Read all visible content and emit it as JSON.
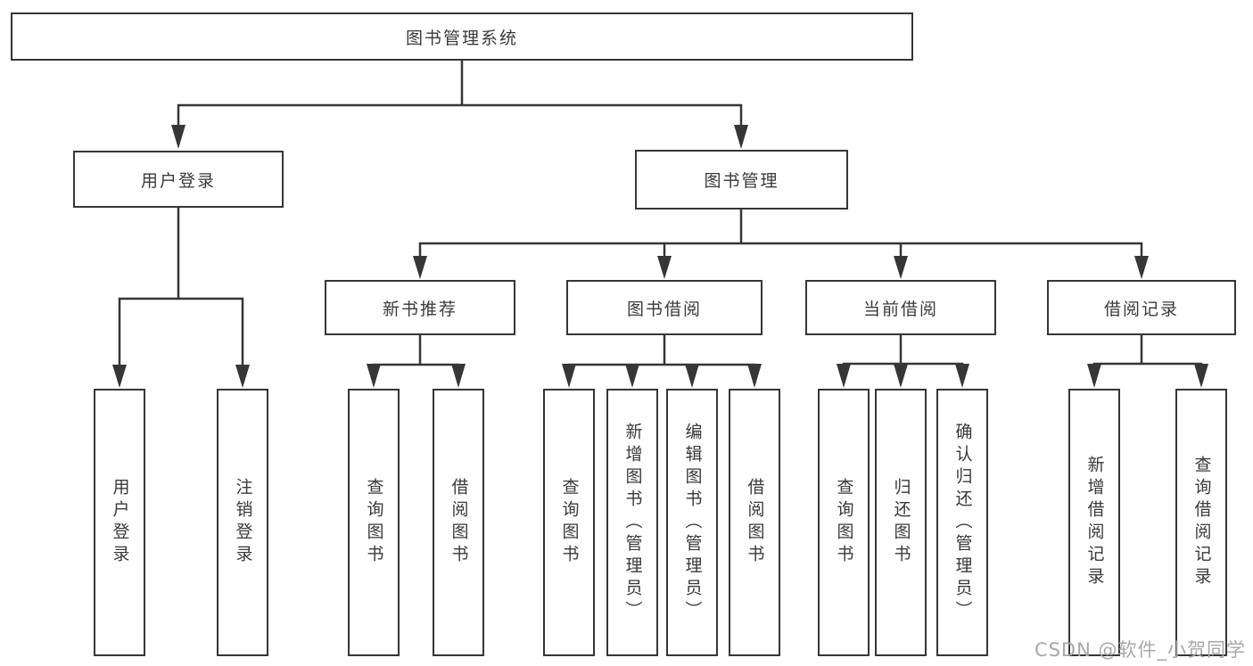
{
  "colors": {
    "line": "#363636",
    "text": "#3a3a3a",
    "background": "#ffffff",
    "watermark": "#a8a8a8"
  },
  "tree": {
    "label": "图书管理系统",
    "children": [
      {
        "label": "用户登录",
        "children": [
          {
            "label": "用户登录"
          },
          {
            "label": "注销登录"
          }
        ]
      },
      {
        "label": "图书管理",
        "children": [
          {
            "label": "新书推荐",
            "children": [
              {
                "label": "查询图书"
              },
              {
                "label": "借阅图书"
              }
            ]
          },
          {
            "label": "图书借阅",
            "children": [
              {
                "label": "查询图书"
              },
              {
                "label": "新增图书（管理员）"
              },
              {
                "label": "编辑图书（管理员）"
              },
              {
                "label": "借阅图书"
              }
            ]
          },
          {
            "label": "当前借阅",
            "children": [
              {
                "label": "查询图书"
              },
              {
                "label": "归还图书"
              },
              {
                "label": "确认归还（管理员）"
              }
            ]
          },
          {
            "label": "借阅记录",
            "children": [
              {
                "label": "新增借阅记录"
              },
              {
                "label": "查询借阅记录"
              }
            ]
          }
        ]
      }
    ]
  },
  "watermark": {
    "text": "CSDN @软件_小贺同学"
  }
}
